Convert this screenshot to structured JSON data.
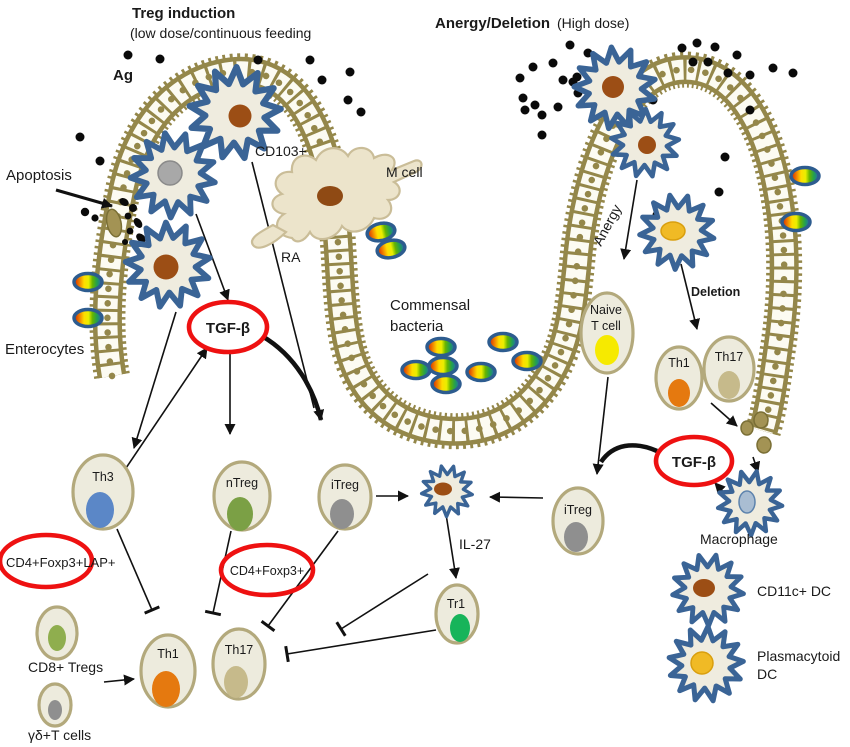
{
  "titles": {
    "treg": {
      "main": "Treg induction",
      "sub": "(low dose/continuous feeding"
    },
    "anergy": {
      "main": "Anergy/Deletion",
      "qualifier": "(High dose)"
    }
  },
  "labels": {
    "ag": "Ag",
    "apoptosis": "Apoptosis",
    "enterocytes": "Enterocytes",
    "cd103": "CD103+",
    "ra": "RA",
    "m_cell": "M cell",
    "commensal_1": "Commensal",
    "commensal_2": "bacteria",
    "anergy": "Anergy",
    "deletion": "Deletion",
    "il27": "IL-27",
    "macrophage": "Macrophage",
    "cd8_tregs": "CD8+ Tregs",
    "gamma_delta": "γδ+T cells"
  },
  "red_ovals": {
    "tgfb_left": "TGF-β",
    "tgfb_right": "TGF-β",
    "foxp3_lap": "CD4+Foxp3+LAP+",
    "foxp3": "CD4+Foxp3+"
  },
  "cells": {
    "th3": "Th3",
    "ntreg": "nTreg",
    "itreg_left": "iTreg",
    "itreg_right": "iTreg",
    "naive_1": "Naive",
    "naive_2": "T cell",
    "th1_right": "Th1",
    "th17_right": "Th17",
    "th1_bottom": "Th1",
    "th17_bottom": "Th17",
    "tr1": "Tr1"
  },
  "legend": {
    "cd11c_dc": "CD11c+ DC",
    "pdc_1": "Plasmacytoid",
    "pdc_2": "DC"
  },
  "colors": {
    "epithelium": "#94874a",
    "dc_outline": "#3a6496",
    "dc_fill": "#efecdf",
    "dc_nucleus_brown": "#9c4e15",
    "dc_nucleus_gray": "#a8a8a8",
    "pdc_nucleus": "#f0ba25",
    "macrophage_nucleus": "#a9bdd2",
    "red_oval": "#ee1111",
    "cell_fill": "#edebdd",
    "cell_border": "#b3a97c",
    "th3_nucleus": "#5b87c7",
    "ntreg_nucleus": "#7ba045",
    "itreg_nucleus": "#8f8f8f",
    "naive_nucleus": "#f6ea00",
    "th1_nucleus": "#e5790f",
    "th17_nucleus": "#c6ba8b",
    "tr1_nucleus": "#17b45a",
    "cd8_nucleus": "#8fae4e",
    "antigen": "#0a0a0a"
  }
}
